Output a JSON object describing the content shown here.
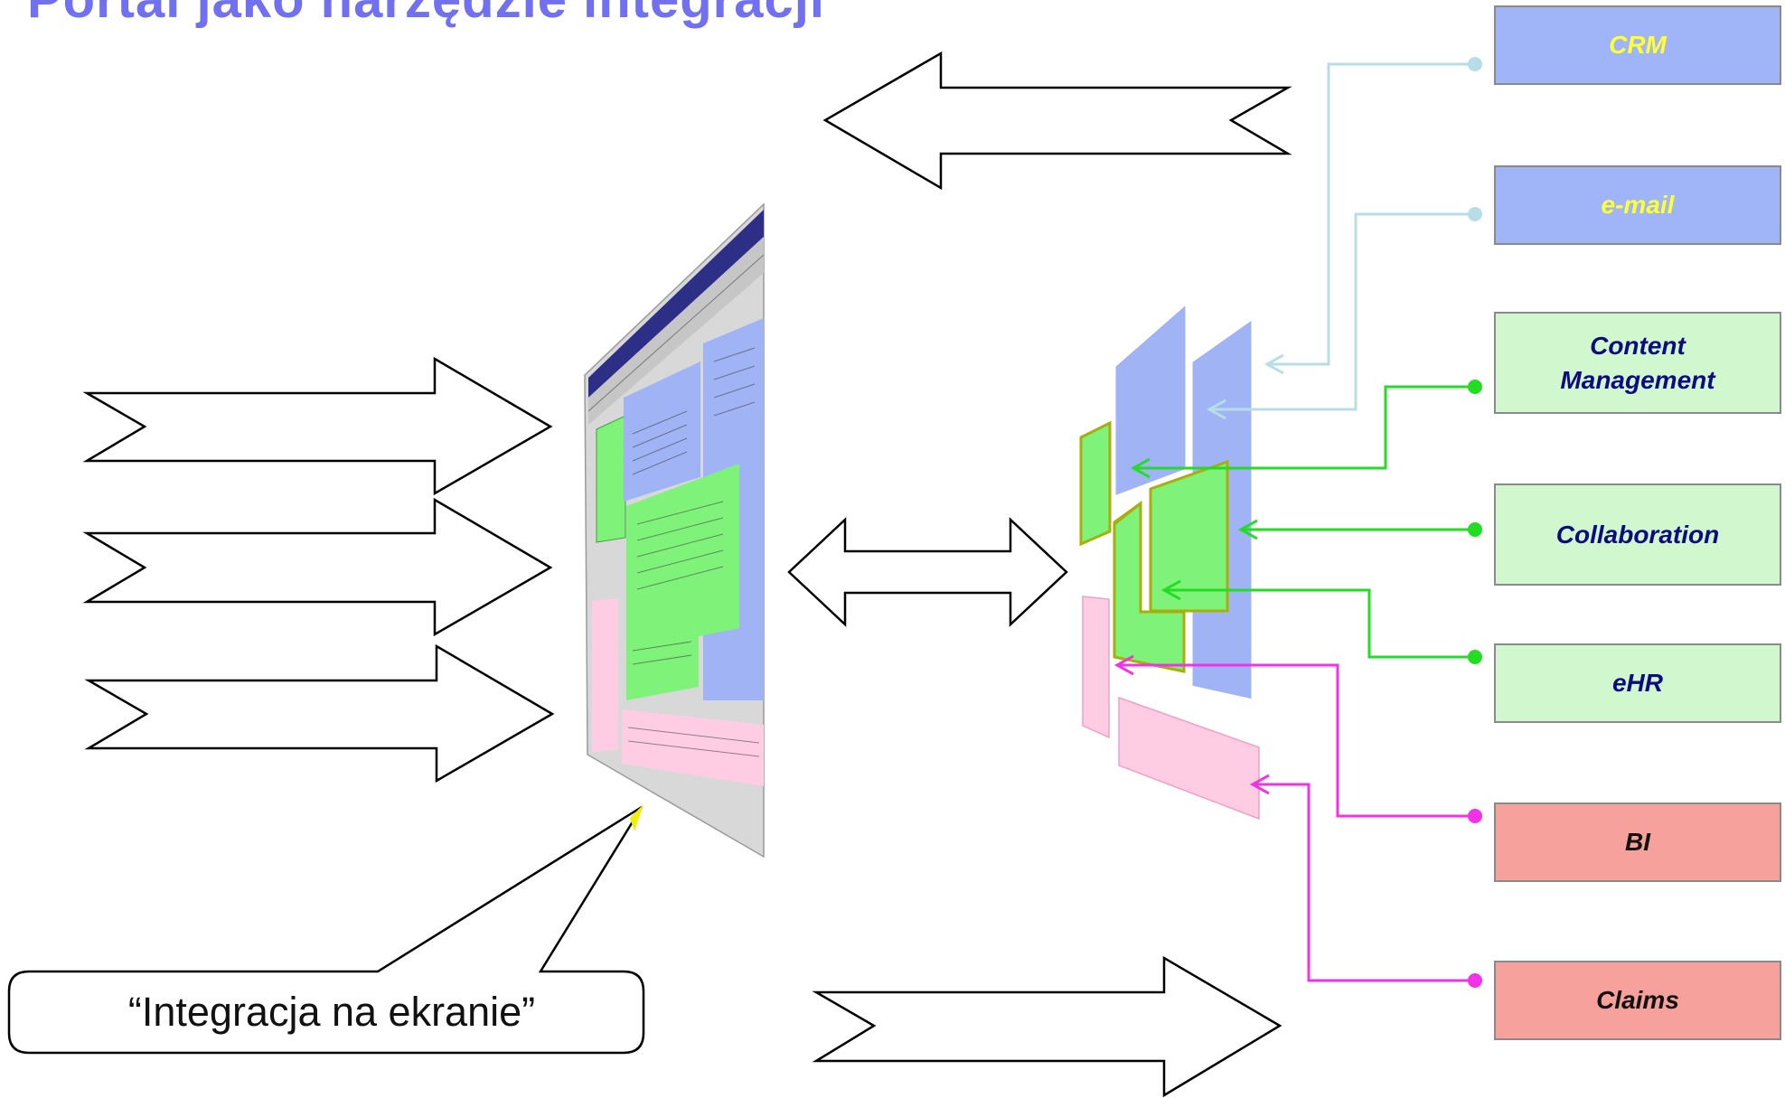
{
  "title": "Portal jako narzędzie integracji",
  "callout": "“Integracja na ekranie”",
  "systems": [
    {
      "id": "crm",
      "label": "CRM",
      "fill": "#9fb5f7",
      "text_color": "#ffff33",
      "connector_color": "#b7dde6"
    },
    {
      "id": "email",
      "label": "e-mail",
      "fill": "#9fb5f7",
      "text_color": "#ffff33",
      "connector_color": "#b7dde6"
    },
    {
      "id": "content-management",
      "label": "Content Management",
      "fill": "#d1f7cf",
      "text_color": "#0c0c80",
      "connector_color": "#22dd22"
    },
    {
      "id": "collaboration",
      "label": "Collaboration",
      "fill": "#d1f7cf",
      "text_color": "#0c0c80",
      "connector_color": "#22dd22"
    },
    {
      "id": "ehr",
      "label": "eHR",
      "fill": "#d1f7cf",
      "text_color": "#0c0c80",
      "connector_color": "#22dd22"
    },
    {
      "id": "bi",
      "label": "BI",
      "fill": "#f7a19c",
      "text_color": "#111111",
      "connector_color": "#f232e6"
    },
    {
      "id": "claims",
      "label": "Claims",
      "fill": "#f7a19c",
      "text_color": "#111111",
      "connector_color": "#f232e6"
    }
  ],
  "colors": {
    "title": "#7070f0",
    "portlet_blue": "#a0b4f5",
    "portlet_green": "#7ff27a",
    "portlet_pink": "#ffcde3",
    "arrow_stroke": "#000000"
  },
  "icons": {
    "portal_screen": "portal-screenshot-icon",
    "portlet_layout": "portlet-layout-icon"
  }
}
